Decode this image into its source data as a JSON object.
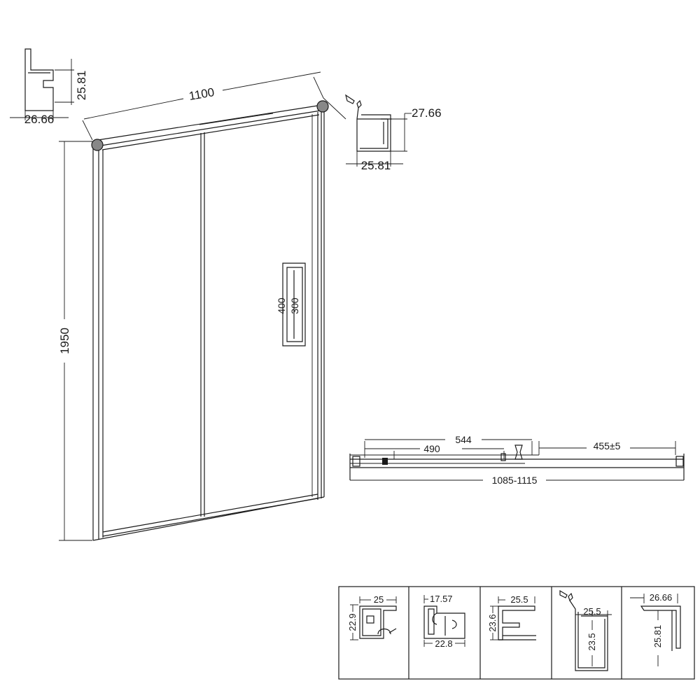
{
  "dimensions": {
    "top_profile_left": {
      "height": "25.81",
      "width": "26.66"
    },
    "top_width": "1100",
    "top_profile_right": {
      "height": "27.66",
      "width": "25.81"
    },
    "door_height": "1950",
    "handle": {
      "outer": "400",
      "inner": "300"
    },
    "plan": {
      "panel": "544",
      "glass": "490",
      "opening": "455±5",
      "overall": "1085-1115"
    }
  },
  "profiles": [
    {
      "top": "25",
      "side": "22.9"
    },
    {
      "top": "17.57",
      "bottom": "22.8"
    },
    {
      "top": "25.5",
      "side": "23.6"
    },
    {
      "top": "25.5",
      "side": "23.5"
    },
    {
      "top": "26.66",
      "side": "25.81"
    }
  ]
}
